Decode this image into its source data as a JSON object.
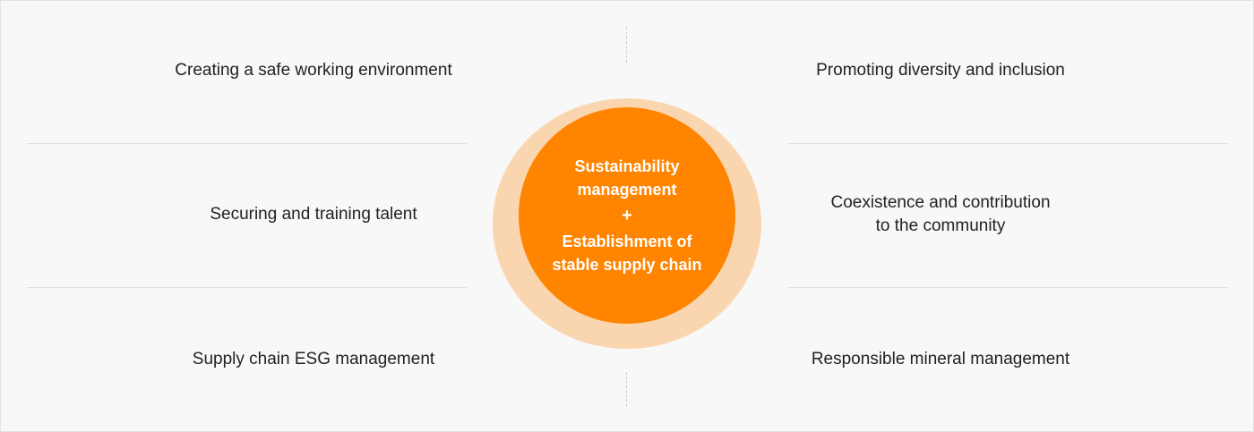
{
  "center": {
    "line1": "Sustainability\nmanagement",
    "plus": "+",
    "line2": "Establishment of\nstable supply chain"
  },
  "left_items": [
    "Creating a safe working environment",
    "Securing and training talent",
    "Supply chain ESG management"
  ],
  "right_items": [
    "Promoting diversity and inclusion",
    "Coexistence and contribution\nto the community",
    "Responsible mineral management"
  ],
  "colors": {
    "accent": "#ff8400",
    "accent_light": "#fad6b0",
    "background": "#f8f8f8",
    "text": "#222222"
  }
}
